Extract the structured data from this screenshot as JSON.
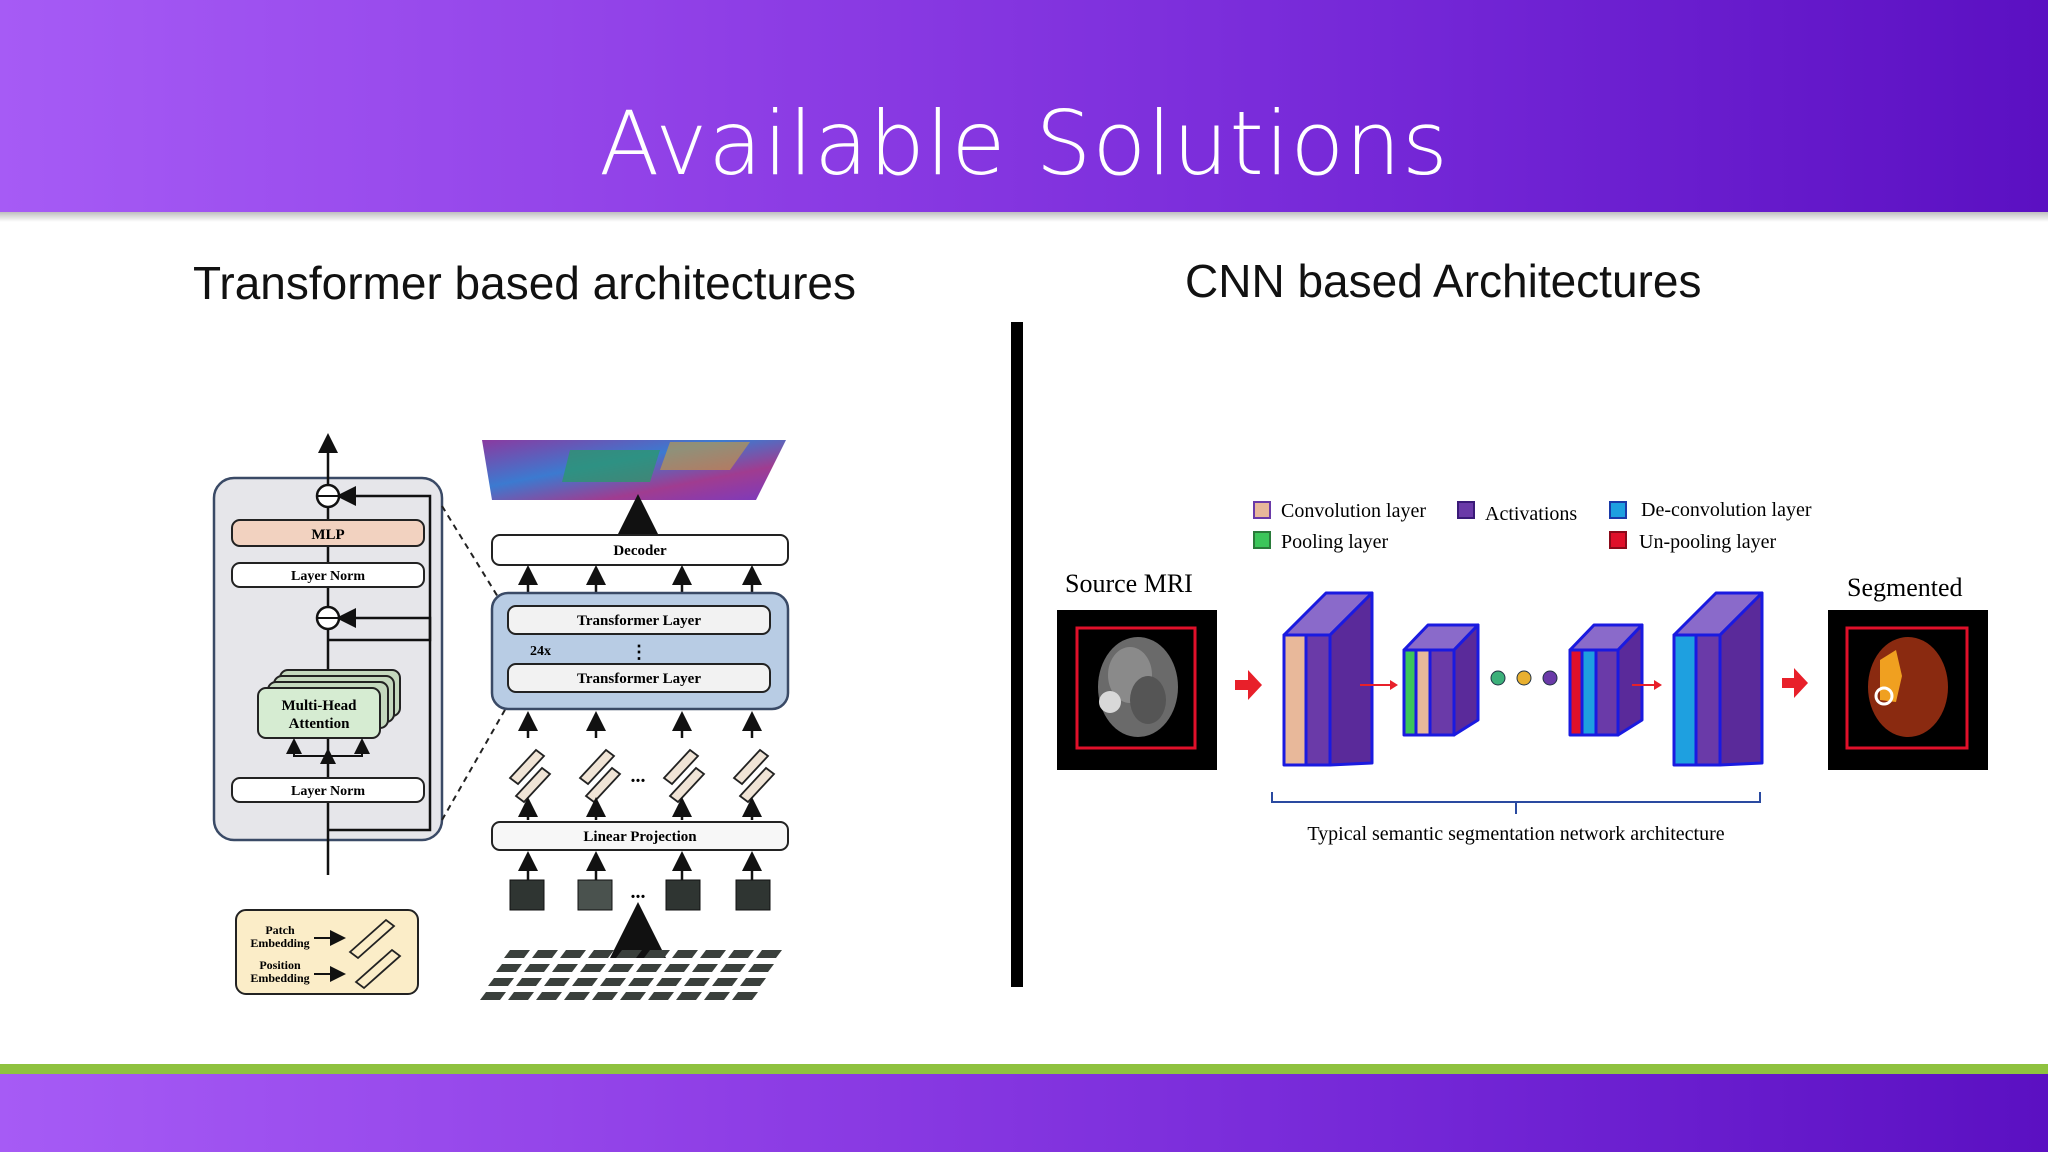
{
  "slide": {
    "title": "Available Solutions",
    "left_heading": "Transformer based architectures",
    "right_heading": "CNN based Architectures"
  },
  "transformer_diagram": {
    "mlp": "MLP",
    "layer_norm_top": "Layer Norm",
    "mha_line1": "Multi-Head",
    "mha_line2": "Attention",
    "layer_norm_bottom": "Layer Norm",
    "decoder": "Decoder",
    "transformer_layer_top": "Transformer Layer",
    "repeat": "24x",
    "transformer_layer_bottom": "Transformer Layer",
    "linear_projection": "Linear Projection",
    "ellipsis": "...",
    "legend_patch_1": "Patch",
    "legend_patch_2": "Embedding",
    "legend_pos_1": "Position",
    "legend_pos_2": "Embedding"
  },
  "cnn_diagram": {
    "legend": {
      "convolution": "Convolution layer",
      "activations": "Activations",
      "deconvolution": "De-convolution layer",
      "pooling": "Pooling layer",
      "unpooling": "Un-pooling layer"
    },
    "source_label": "Source MRI",
    "segmented_label": "Segmented",
    "caption": "Typical semantic segmentation network architecture",
    "colors": {
      "convolution": "#e8b89a",
      "pooling": "#3cc55a",
      "activations": "#6a3aa8",
      "deconvolution": "#1ea0e0",
      "unpooling": "#e0102a",
      "arrow": "#e8202a"
    }
  }
}
